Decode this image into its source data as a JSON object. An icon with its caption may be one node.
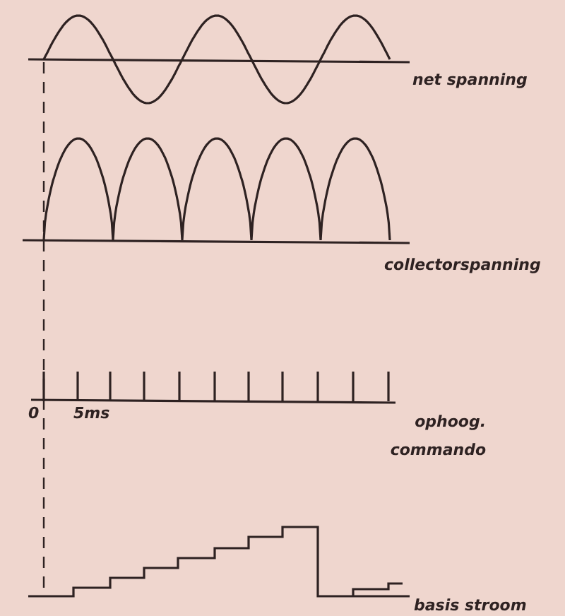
{
  "diagram": {
    "labels": [
      "net spanning",
      "collectorspanning",
      "0",
      "5ms",
      "ophoog. commando",
      "basis stroom"
    ]
  }
}
